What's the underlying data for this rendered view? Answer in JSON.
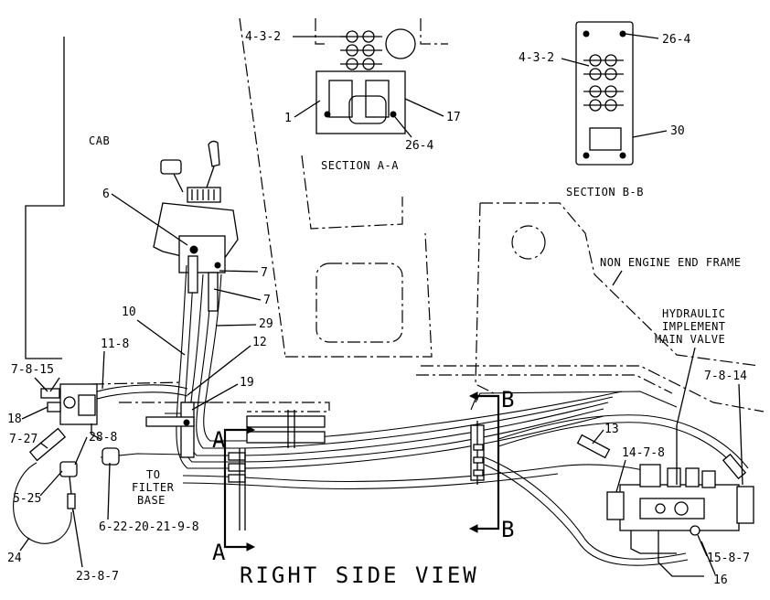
{
  "labels": {
    "cab": "CAB",
    "section_aa": "SECTION A-A",
    "section_bb": "SECTION B-B",
    "frame": "NON ENGINE END FRAME",
    "valve_l1": "HYDRAULIC",
    "valve_l2": "IMPLEMENT",
    "valve_l3": "MAIN VALVE",
    "filter_l1": "TO",
    "filter_l2": "FILTER",
    "filter_l3": "BASE",
    "view_title": "RIGHT SIDE VIEW",
    "sec_a_top": "A",
    "sec_a_bottom": "A",
    "sec_b_top": "B",
    "sec_b_bottom": "B"
  },
  "callouts": {
    "c432a": "4-3-2",
    "c1": "1",
    "c17": "17",
    "c264a": "26-4",
    "c264b": "26-4",
    "c432b": "4-3-2",
    "c30": "30",
    "c6": "6",
    "c7a": "7",
    "c7b": "7",
    "c29": "29",
    "c10": "10",
    "c12": "12",
    "c118": "11-8",
    "c7815": "7-8-15",
    "c19": "19",
    "c18": "18",
    "c727": "7-27",
    "c288": "28-8",
    "c525": "5-25",
    "c24": "24",
    "c2387": "23-8-7",
    "c6chain": "6-22-20-21-9-8",
    "c13": "13",
    "c1478": "14-7-8",
    "c7814": "7-8-14",
    "c1587": "15-8-7",
    "c16": "16"
  }
}
